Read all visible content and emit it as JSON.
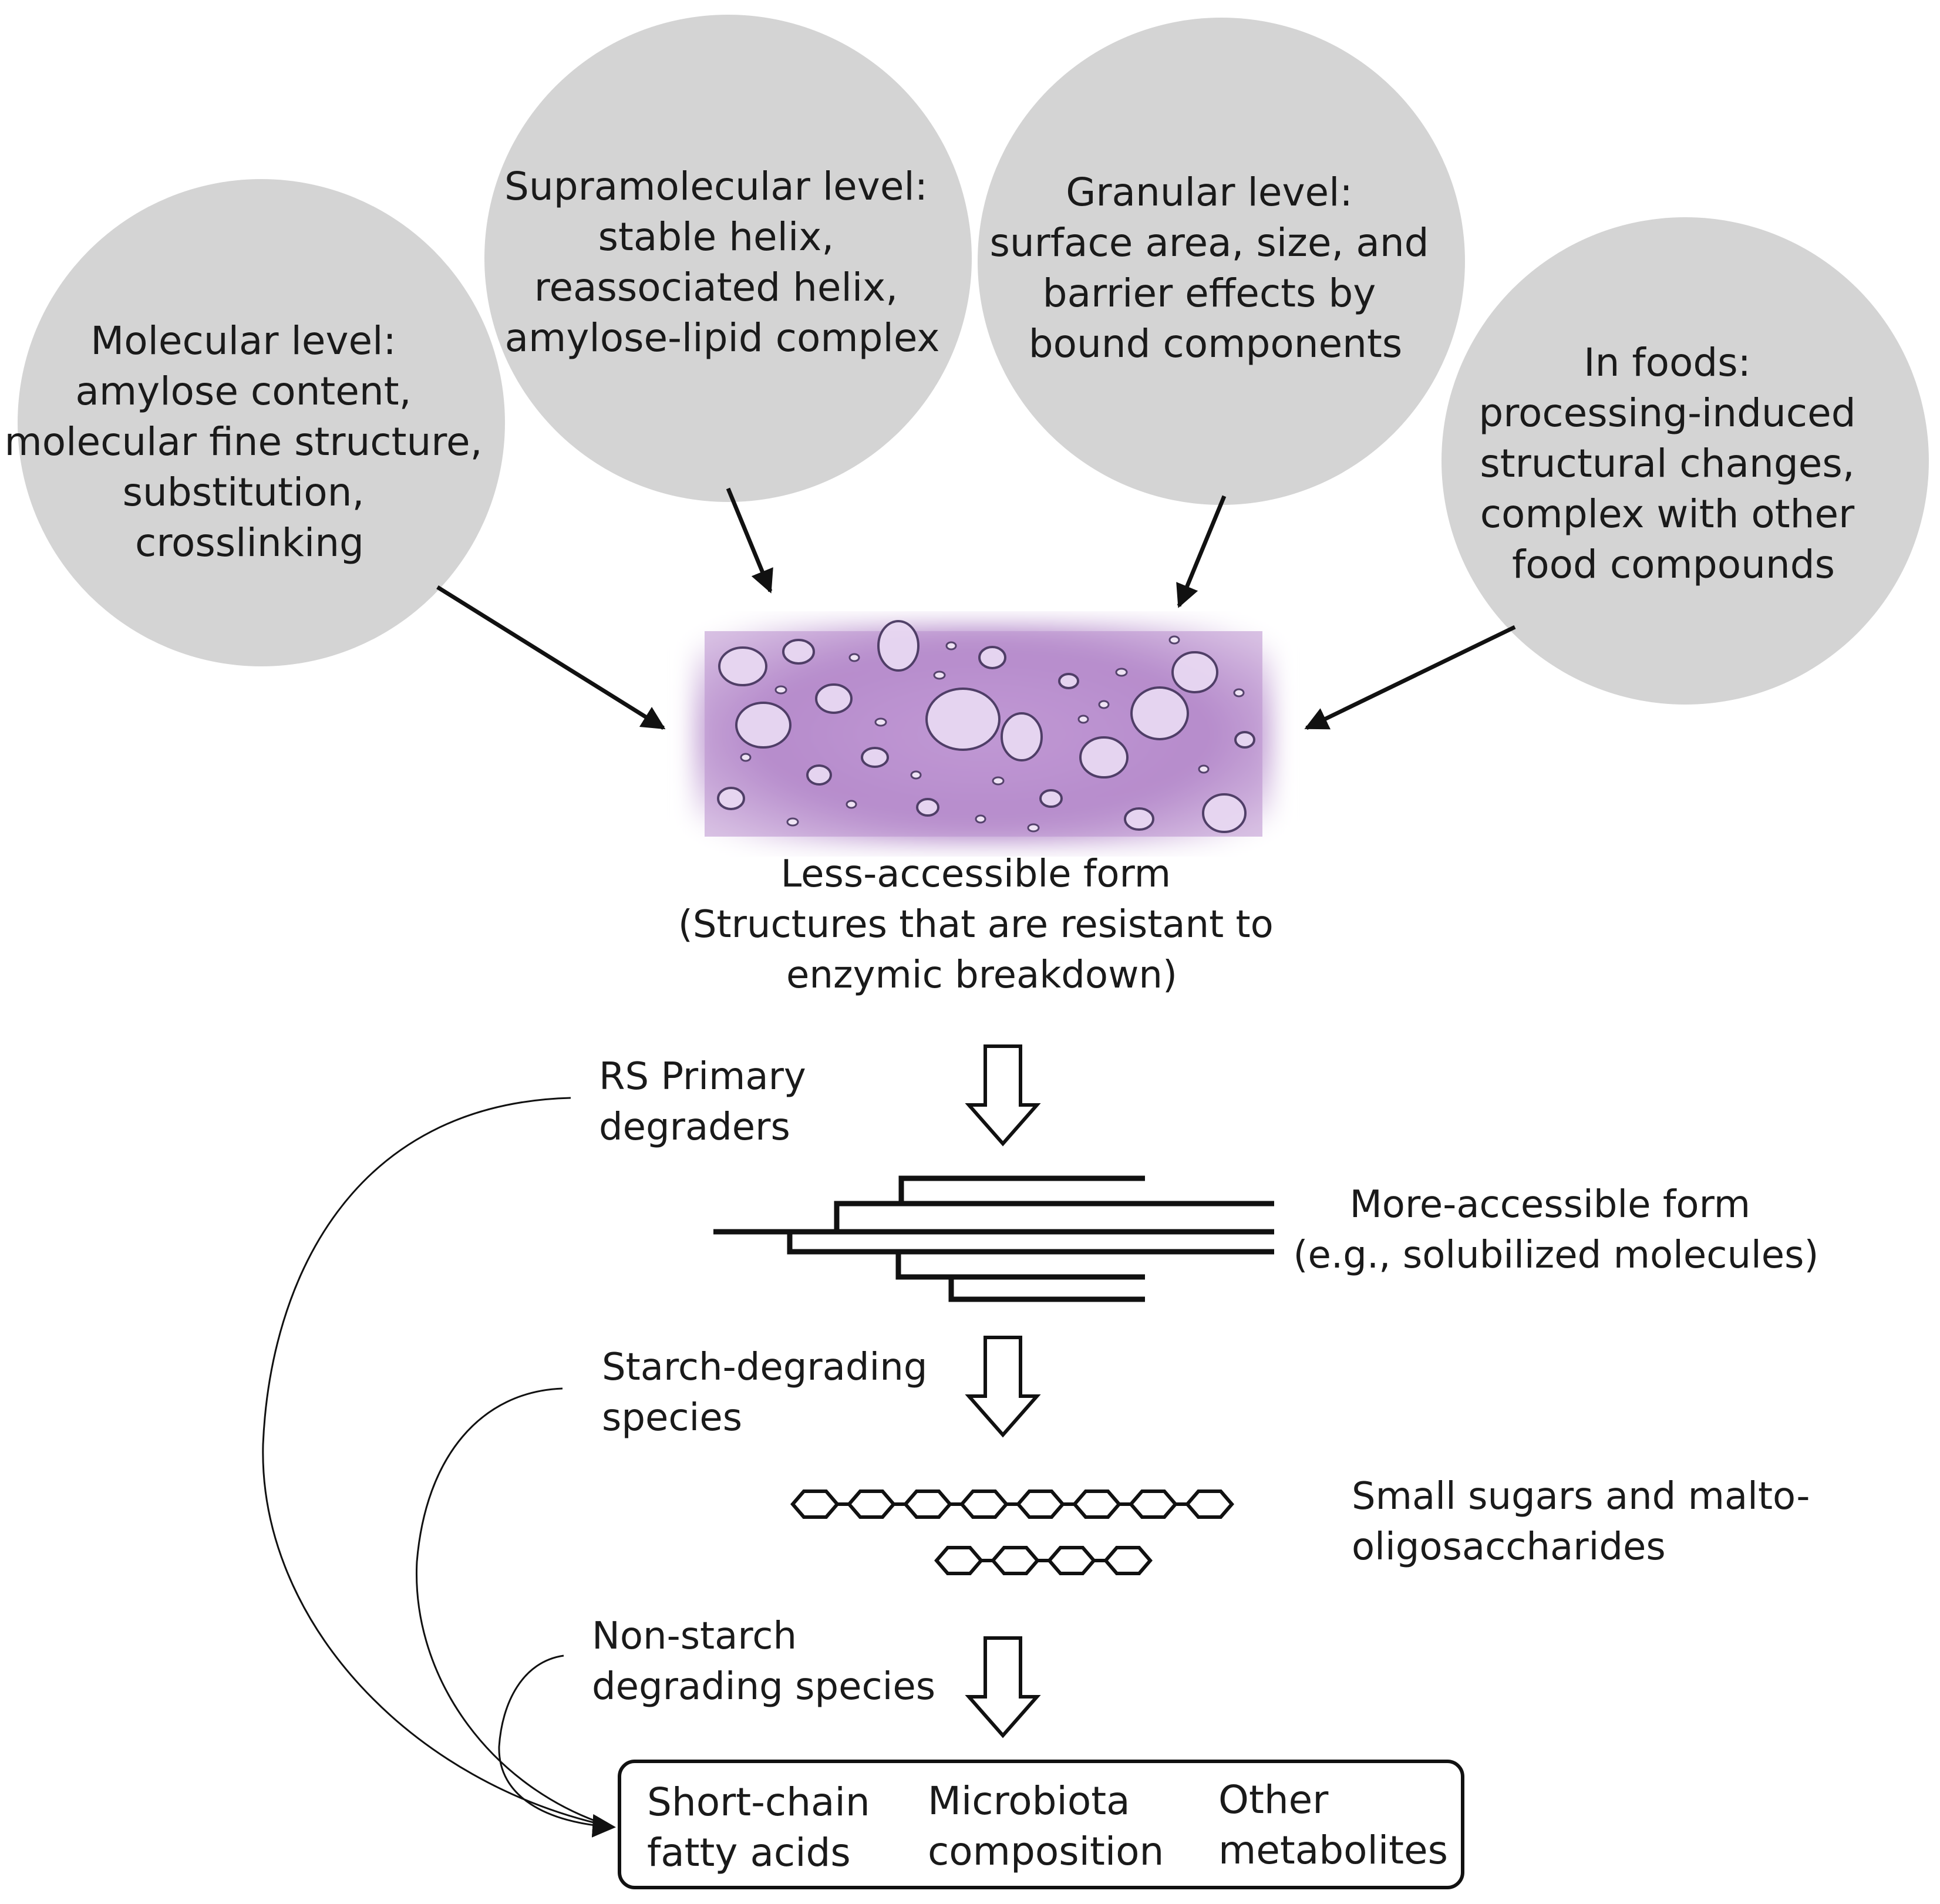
{
  "circles": [
    {
      "id": "molecular",
      "lines": [
        "Molecular level:",
        "amylose content,",
        "molecular fine structure,",
        "substitution,",
        "crosslinking"
      ]
    },
    {
      "id": "supramolecular",
      "lines": [
        "Supramolecular level:",
        "stable helix,",
        "reassociated helix,",
        "amylose-lipid complex"
      ]
    },
    {
      "id": "granular",
      "lines": [
        "Granular level:",
        "surface area, size, and",
        "barrier effects by",
        "bound components"
      ]
    },
    {
      "id": "foods",
      "lines": [
        "In foods:",
        "processing-induced",
        "structural changes,",
        "complex with other",
        "food compounds"
      ]
    }
  ],
  "less_accessible": {
    "lines": [
      "Less-accessible form",
      "(Structures that are resistant to",
      "enzymic breakdown)"
    ]
  },
  "more_accessible": {
    "lines": [
      "More-accessible form",
      "(e.g., solubilized molecules)"
    ]
  },
  "small_sugars": {
    "lines": [
      "Small sugars and malto-",
      "oligosaccharides"
    ]
  },
  "degraders": {
    "primary": {
      "lines": [
        "RS Primary",
        "degraders"
      ]
    },
    "starch": {
      "lines": [
        "Starch-degrading",
        "species"
      ]
    },
    "non_starch": {
      "lines": [
        "Non-starch",
        "degrading species"
      ]
    }
  },
  "outcomes": [
    {
      "id": "scfa",
      "lines": [
        "Short-chain",
        "fatty acids"
      ]
    },
    {
      "id": "microbiota",
      "lines": [
        "Microbiota",
        "composition"
      ]
    },
    {
      "id": "metabolites",
      "lines": [
        "Other",
        "metabolites"
      ]
    }
  ],
  "colors": {
    "circle_fill": "#d4d4d4",
    "stroke": "#111111",
    "micrograph": "#b98fce",
    "background": "#ffffff"
  }
}
